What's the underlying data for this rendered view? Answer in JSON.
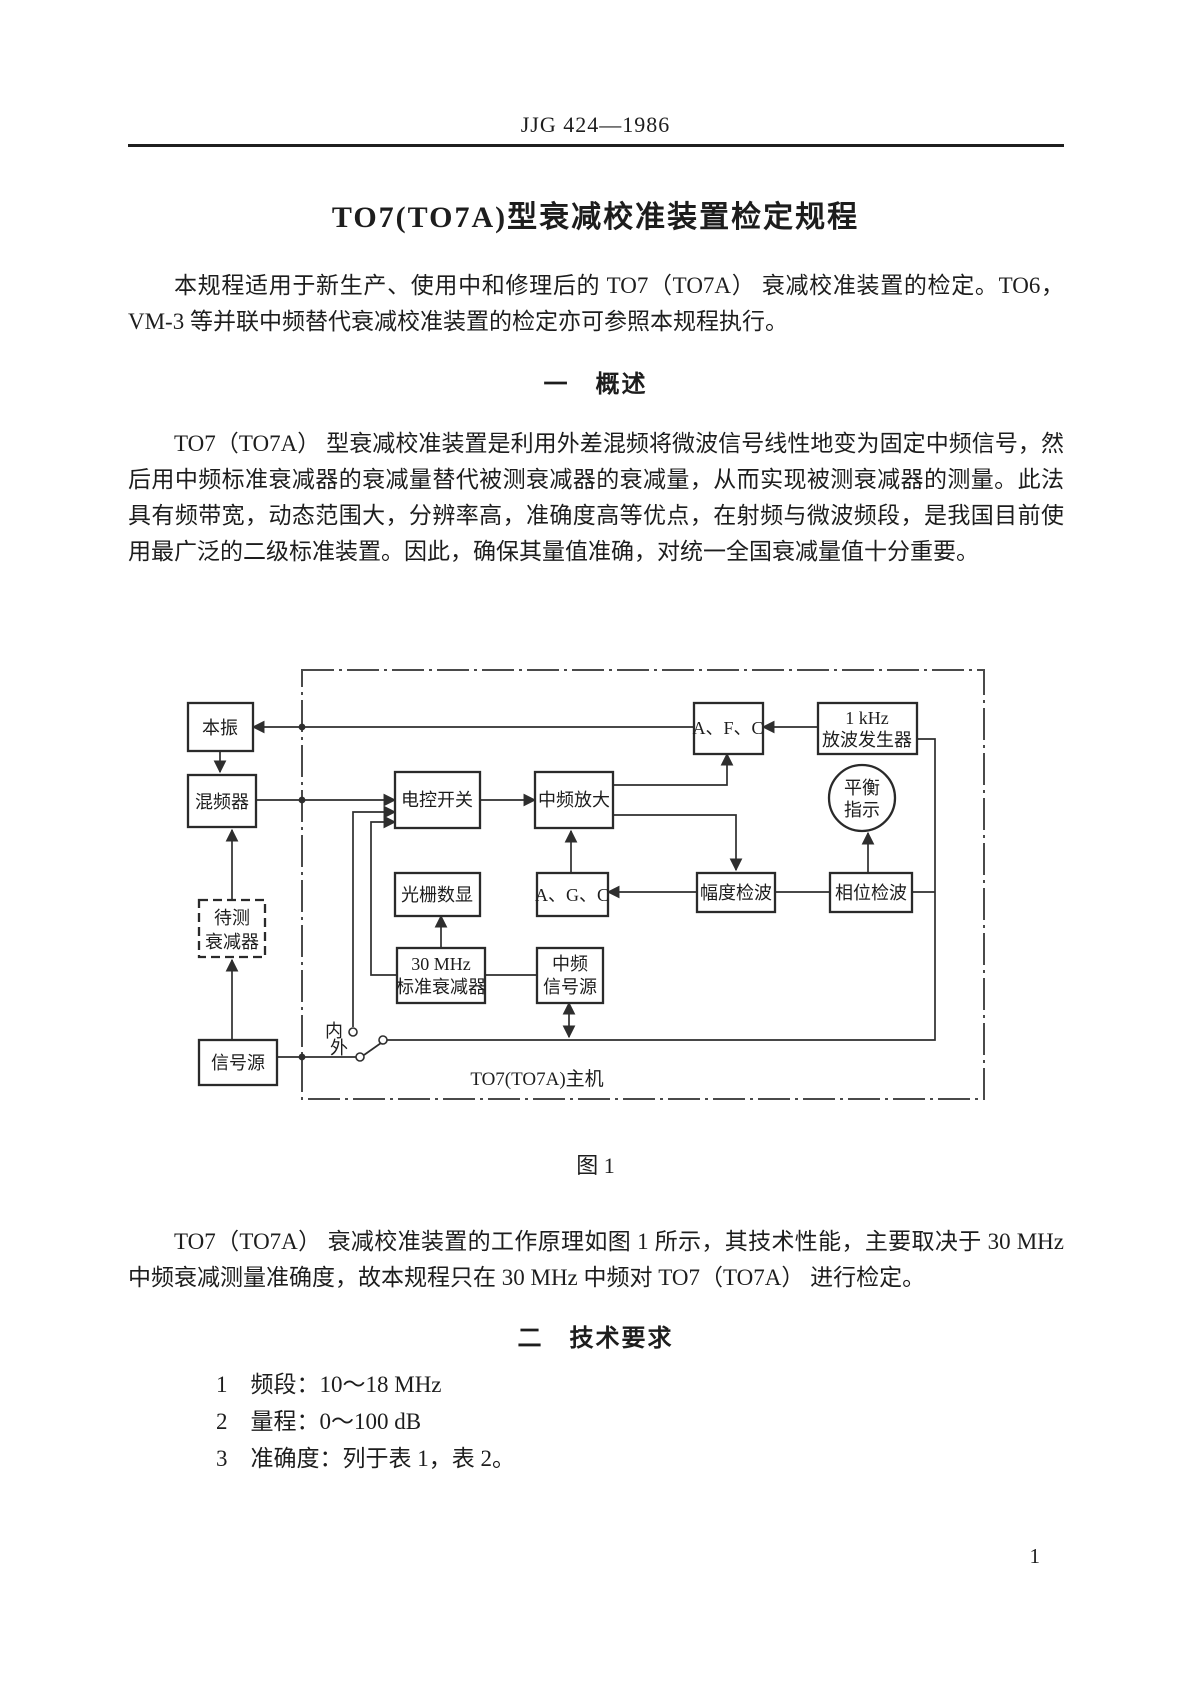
{
  "page": {
    "header": "JJG 424—1986",
    "page_number": "1"
  },
  "title": "TO7(TO7A)型衰减校准装置检定规程",
  "intro_paragraph": "本规程适用于新生产、使用中和修理后的 TO7（TO7A） 衰减校准装置的检定。TO6，VM-3 等并联中频替代衰减校准装置的检定亦可参照本规程执行。",
  "section1": {
    "heading": "一　概述",
    "body": "TO7（TO7A） 型衰减校准装置是利用外差混频将微波信号线性地变为固定中频信号，然后用中频标准衰减器的衰减量替代被测衰减器的衰减量，从而实现被测衰减器的测量。此法具有频带宽，动态范围大，分辨率高，准确度高等优点，在射频与微波频段，是我国目前使用最广泛的二级标准装置。因此，确保其量值准确，对统一全国衰减量值十分重要。"
  },
  "figure": {
    "caption": "图 1",
    "mainframe_label": "TO7(TO7A)主机",
    "switch": {
      "internal": "内",
      "external": "外"
    },
    "blocks": {
      "local_osc": "本振",
      "mixer": "混频器",
      "dut_line1": "待测",
      "dut_line2": "衰减器",
      "signal_source": "信号源",
      "electronic_switch": "电控开关",
      "if_amplifier": "中频放大",
      "afc": "A、F、C",
      "agc": "A、G、C",
      "gen_line1": "1 kHz",
      "gen_line2": "放波发生器",
      "balance_line1": "平衡",
      "balance_line2": "指示",
      "grating_display": "光栅数显",
      "amp_detector": "幅度检波",
      "phase_detector": "相位检波",
      "std_att_line1": "30 MHz",
      "std_att_line2": "标准衰减器",
      "if_source_line1": "中频",
      "if_source_line2": "信号源"
    }
  },
  "after_figure_paragraph": "TO7（TO7A） 衰减校准装置的工作原理如图 1 所示，其技术性能，主要取决于 30 MHz中频衰减测量准确度，故本规程只在 30 MHz 中频对 TO7（TO7A） 进行检定。",
  "section2": {
    "heading": "二　技术要求",
    "items": [
      "1　频段：10～18 MHz",
      "2　量程：0～100 dB",
      "3　准确度：列于表 1，表 2。"
    ]
  }
}
